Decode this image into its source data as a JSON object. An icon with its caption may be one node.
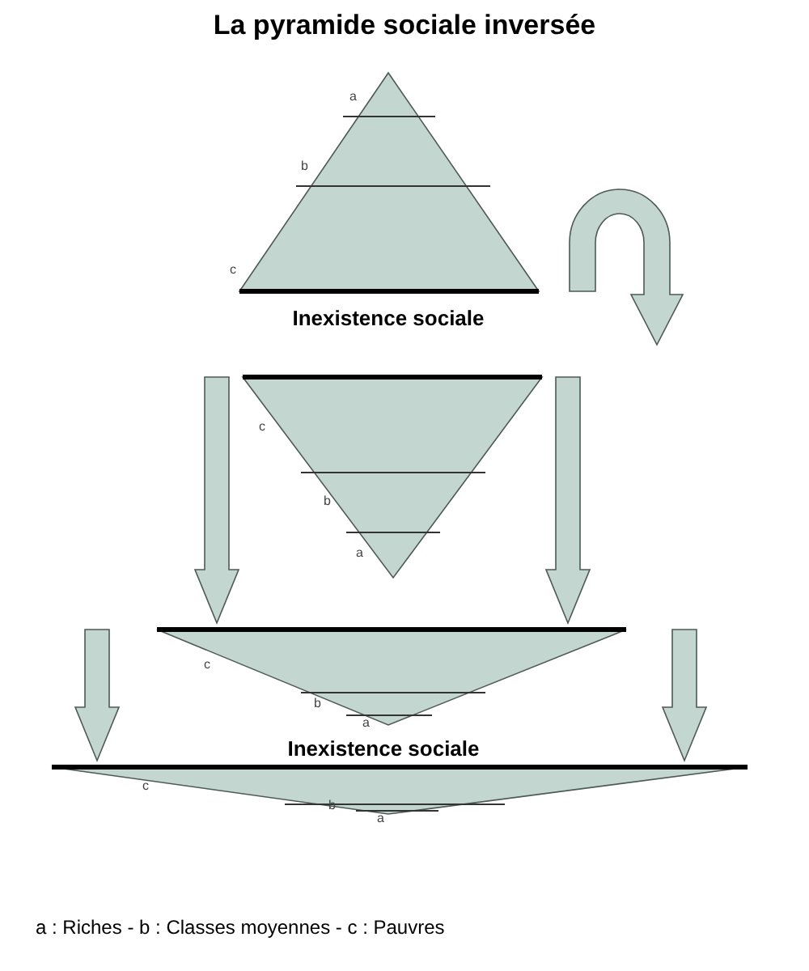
{
  "diagram": {
    "title": "La pyramide sociale inversée",
    "nodes": [
      {
        "text": [],
        "shape": "triangle",
        "beside": [
          "Inexistence sociale"
        ]
      },
      {
        "text": [],
        "shape": "triangle"
      },
      {
        "text": [],
        "shape": "triangle"
      },
      {
        "text": [],
        "shape": "triangle",
        "beside": [
          "Inexistence sociale"
        ]
      }
    ],
    "edges": [
      {
        "from": 0,
        "to": 1,
        "arrow": "to"
      },
      {
        "from": 1,
        "to": 2,
        "arrow": "to"
      },
      {
        "from": 1,
        "to": 2,
        "arrow": "to"
      },
      {
        "from": 2,
        "to": 3,
        "arrow": "to"
      },
      {
        "from": 2,
        "to": 3,
        "arrow": "to"
      }
    ],
    "labels": [
      "a",
      "b",
      "c",
      "c",
      "b",
      "a",
      "c",
      "b",
      "a",
      "c",
      "b",
      "a",
      "a : Riches - b : Classes moyennes - c : Pauvres"
    ]
  }
}
